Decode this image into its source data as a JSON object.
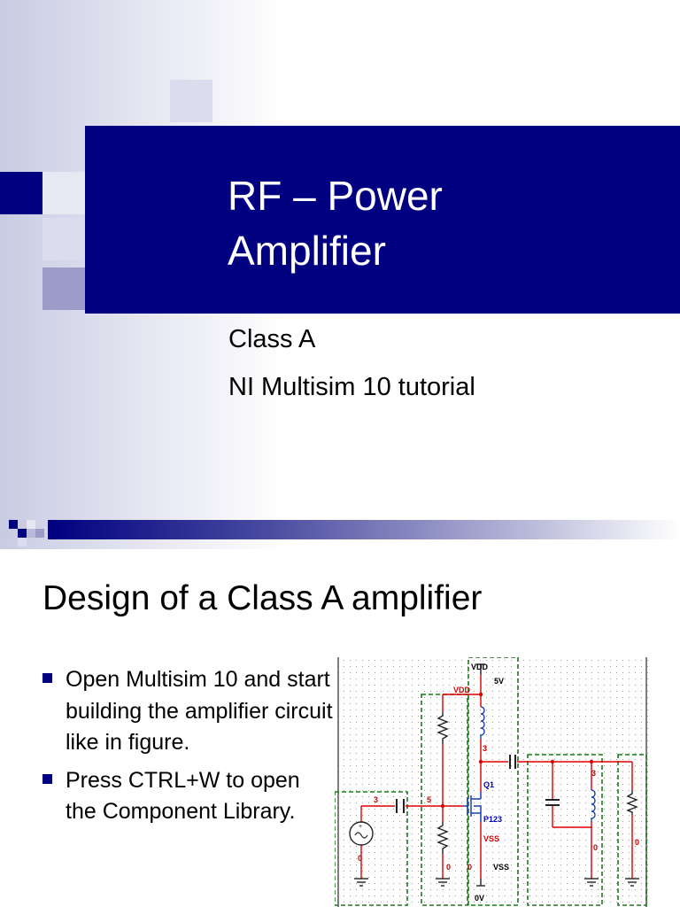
{
  "slide1": {
    "title_line1": "RF – Power",
    "title_line2": "Amplifier",
    "subtitle_line1": "Class A",
    "subtitle_line2": "NI Multisim 10 tutorial",
    "colors": {
      "accent": "#000080",
      "square_light": "#dcdcee",
      "square_mid": "#b9bada",
      "square_dark": "#9b9cc8"
    }
  },
  "slide2": {
    "heading": "Design of a Class A amplifier",
    "bullets": [
      "Open Multisim 10 and start building the amplifier circuit like in figure.",
      "Press CTRL+W to open the Component Library."
    ]
  },
  "schematic": {
    "labels": {
      "vdd_top": "VDD",
      "v5": "5V",
      "vdd_red": "VDD",
      "node3_drain": "3",
      "q1": "Q1",
      "p123": "P123",
      "vss_red": "VSS",
      "vss": "VSS",
      "zero_v": "0V",
      "node3_in": "3",
      "node5": "5",
      "node0_src": "0",
      "node0_bias": "0",
      "node0_mid": "0",
      "node3_tank": "3",
      "node0_tank": "0",
      "node0_load": "0"
    },
    "colors": {
      "wire_red": "#e00000",
      "wire_dark": "#222222",
      "box_green": "#1a7a1a",
      "label_blue": "#0000c0",
      "label_red": "#d00000"
    }
  }
}
